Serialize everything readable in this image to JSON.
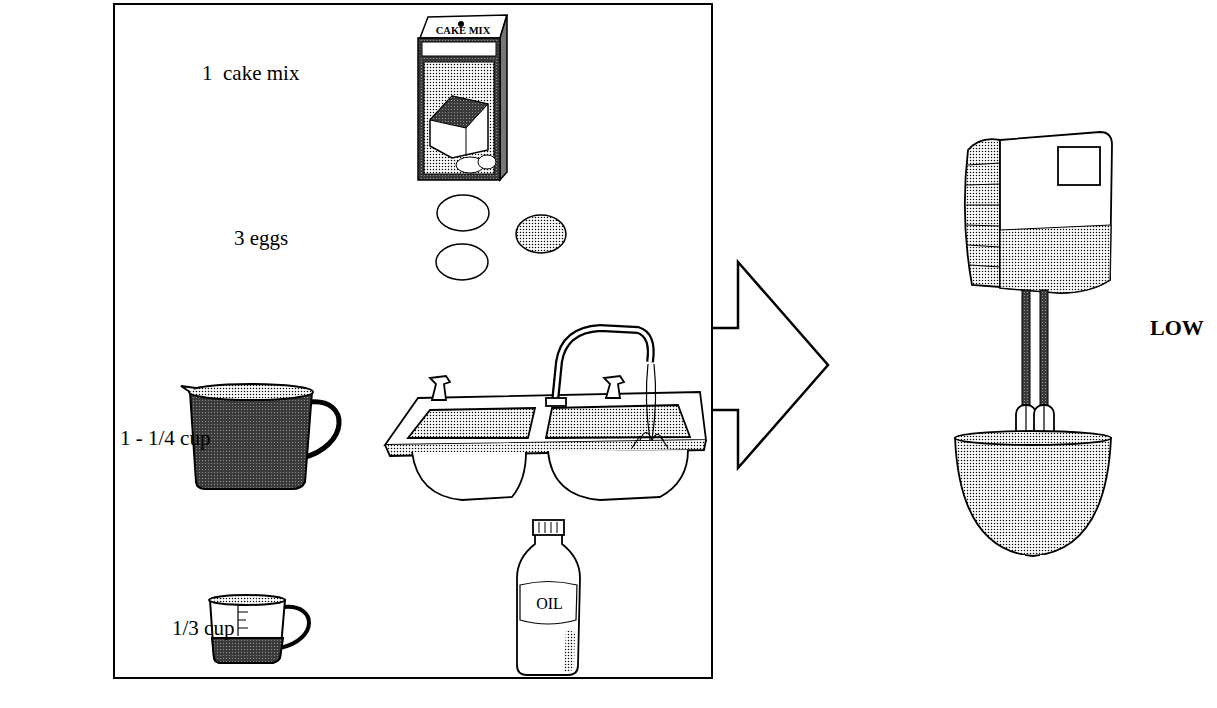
{
  "diagram": {
    "nodes": [
      {
        "text": [
          "1  cake mix",
          "3 eggs",
          "1 - 1/4 cup",
          "1/3 cup"
        ]
      },
      {
        "text": [
          "CAKE MIX"
        ],
        "in": 0
      },
      {
        "text": [
          "OIL"
        ],
        "in": 0
      },
      {
        "text": [
          "LOW"
        ]
      }
    ],
    "edges": [
      {
        "from": 0,
        "to": 3,
        "arrow": "to"
      }
    ]
  }
}
